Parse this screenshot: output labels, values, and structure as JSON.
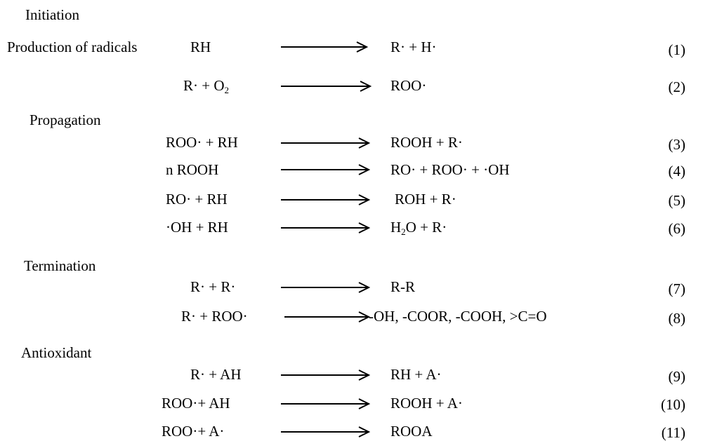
{
  "sections": {
    "initiation": "Initiation",
    "propagation": "Propagation",
    "termination": "Termination",
    "antioxidant": "Antioxidant"
  },
  "row1": {
    "label": "Production of radicals",
    "reactant": "RH",
    "product": "R·  + H·",
    "number": "(1)"
  },
  "row2": {
    "reactant_a": "R· +  O",
    "reactant_sub": "2",
    "product": "ROO·",
    "number": "(2)"
  },
  "row3": {
    "reactant": "ROO· + RH",
    "product": "ROOH +  R·",
    "number": "(3)"
  },
  "row4": {
    "reactant": "n ROOH",
    "product": "RO·  + ROO·  + ·OH",
    "number": "(4)"
  },
  "row5": {
    "reactant": "RO·  + RH",
    "product": "ROH + R·",
    "number": "(5)"
  },
  "row6": {
    "reactant": "·OH + RH",
    "product_a": "H",
    "product_sub": "2",
    "product_b": "O + R·",
    "number": "(6)"
  },
  "row7": {
    "reactant": "R·  + R·",
    "product": "R-R",
    "number": "(7)"
  },
  "row8": {
    "reactant": "R·  + ROO·",
    "product": "-OH, -COOR, -COOH, >C=O",
    "number": "(8)"
  },
  "row9": {
    "reactant": "R·  + AH",
    "product": "RH +  A·",
    "number": "(9)"
  },
  "row10": {
    "reactant": "ROO·+  AH",
    "product": "ROOH + A·",
    "number": "(10)"
  },
  "row11": {
    "reactant": "ROO·+  A·",
    "product": "ROOA",
    "number": "(11)"
  }
}
